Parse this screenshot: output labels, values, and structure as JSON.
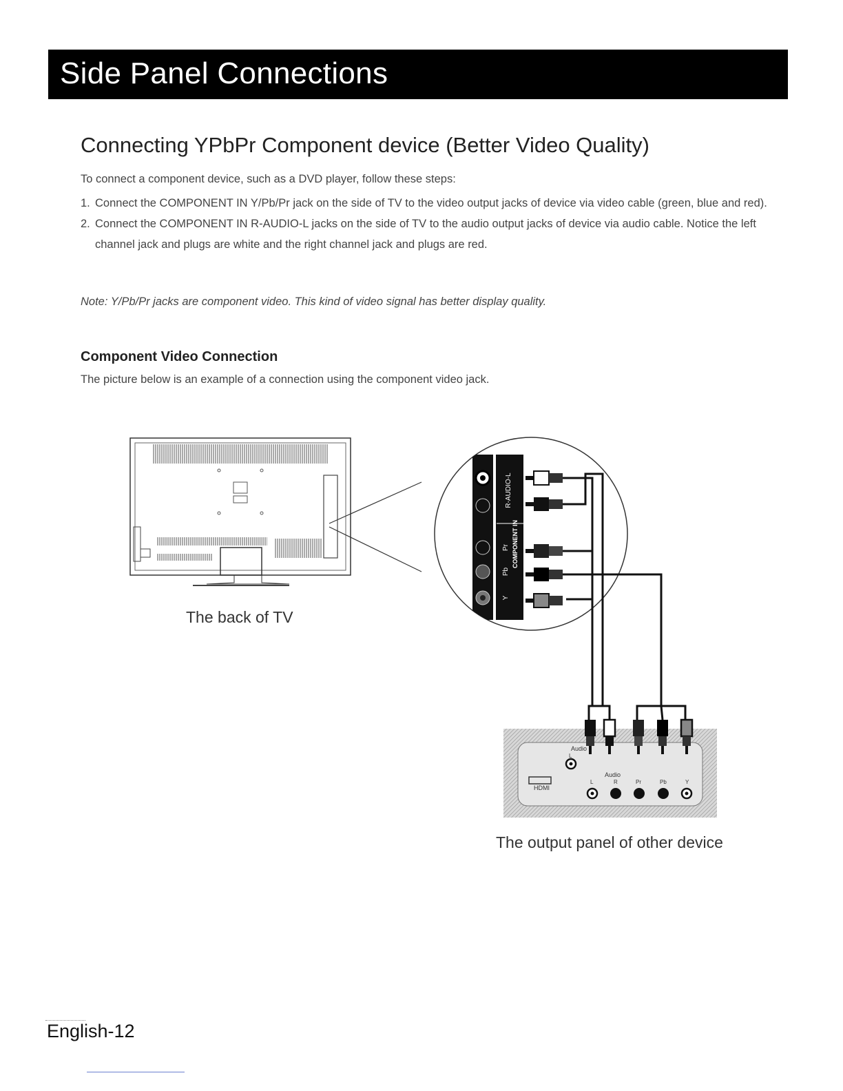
{
  "page": {
    "title": "Side Panel Connections",
    "section_heading": "Connecting YPbPr Component device (Better Video Quality)",
    "intro": "To  connect a component device, such as a DVD player, follow these steps:",
    "steps": [
      {
        "num": "1.",
        "text": "Connect the COMPONENT IN Y/Pb/Pr jack on the side of TV to the video output jacks of device via video cable (green, blue and red)."
      },
      {
        "num": "2.",
        "text": "Connect the COMPONENT IN R-AUDIO-L jacks on the side of TV to the audio output jacks of device via audio cable. Notice the left channel jack and plugs are white and the right channel jack and plugs are red."
      }
    ],
    "note": "Note: Y/Pb/Pr jacks are component video. This kind of video signal has better display quality.",
    "sub_heading": "Component Video Connection",
    "sub_desc": "The picture below is an example of a connection using the component video jack.",
    "page_number": "English-12"
  },
  "diagram": {
    "caption_tv": "The back of TV",
    "caption_device": "The output panel of other device",
    "tv_panel_labels": {
      "audio": "R-AUDIO-L",
      "component": "COMPONENT IN",
      "pr": "Pr",
      "pb": "Pb",
      "y": "Y"
    },
    "device_labels": {
      "hdmi": "HDMI",
      "audio_top": "Audio",
      "audio_top_l": "L",
      "audio": "Audio",
      "l": "L",
      "r": "R",
      "pr": "Pr",
      "pb": "Pb",
      "y": "Y"
    }
  }
}
